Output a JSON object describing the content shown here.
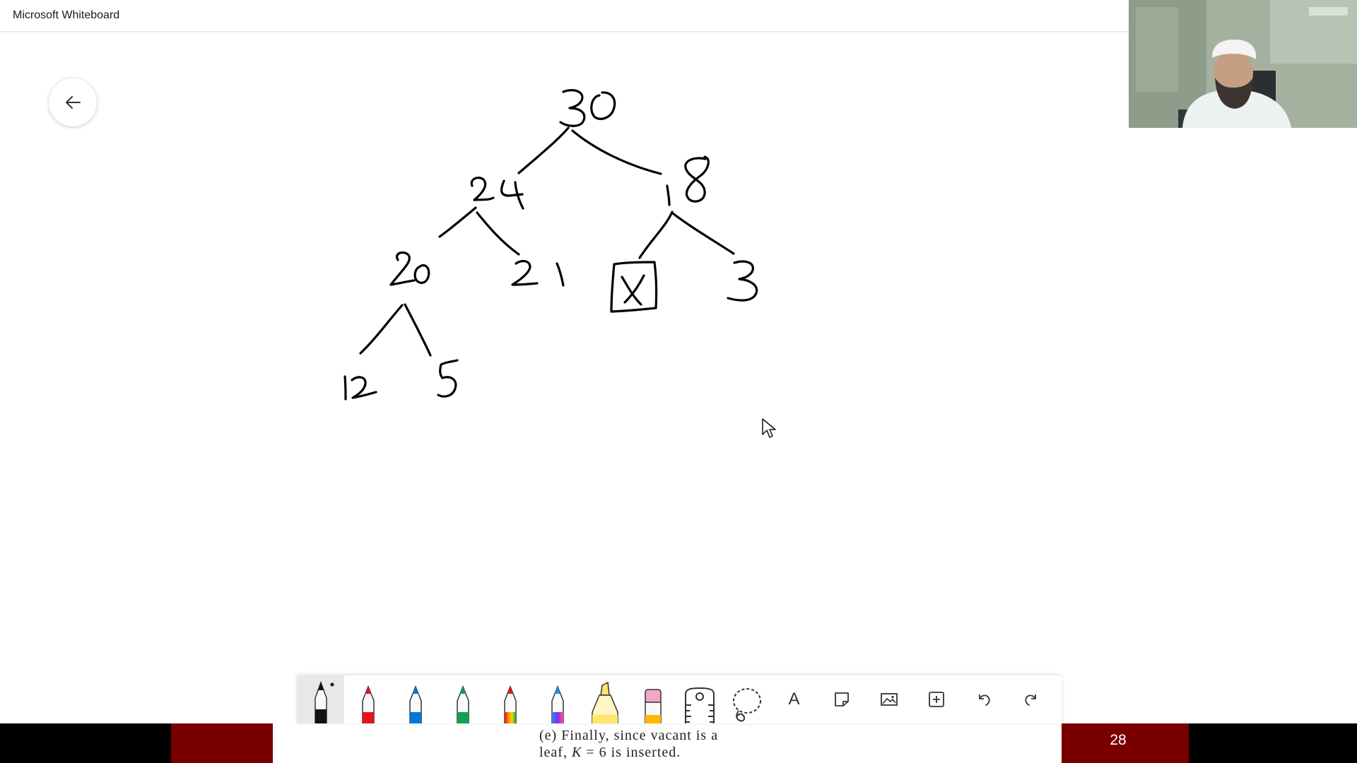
{
  "window": {
    "title": "Microsoft Whiteboard"
  },
  "canvas": {
    "ink_colors": {
      "default": "#000000"
    }
  },
  "toolbar": {
    "tools": [
      {
        "name": "black-pen",
        "color": "#111111"
      },
      {
        "name": "red-pen",
        "color": "#e81123"
      },
      {
        "name": "blue-pen",
        "color": "#0078d7"
      },
      {
        "name": "green-pen",
        "color": "#10a050"
      },
      {
        "name": "rainbow-pen",
        "color": "#ff8c00"
      },
      {
        "name": "galaxy-pen",
        "color": "#8a2be2"
      },
      {
        "name": "highlighter",
        "color": "#ffe66d"
      },
      {
        "name": "eraser",
        "color": "#f4a6c8"
      },
      {
        "name": "ruler",
        "color": "#333333"
      },
      {
        "name": "lasso",
        "color": "#333333"
      },
      {
        "name": "text",
        "label": "A"
      },
      {
        "name": "sticky-note"
      },
      {
        "name": "image"
      },
      {
        "name": "add"
      },
      {
        "name": "undo"
      },
      {
        "name": "redo"
      }
    ],
    "active_tool": "black-pen"
  },
  "slide": {
    "caption_line1": "(e) Finally, since vacant is a",
    "caption_line2_prefix": "leaf, ",
    "caption_var": "K",
    "caption_line2_suffix": " = 6 is inserted.",
    "page_number": "28",
    "accent_color": "#7a0000"
  }
}
